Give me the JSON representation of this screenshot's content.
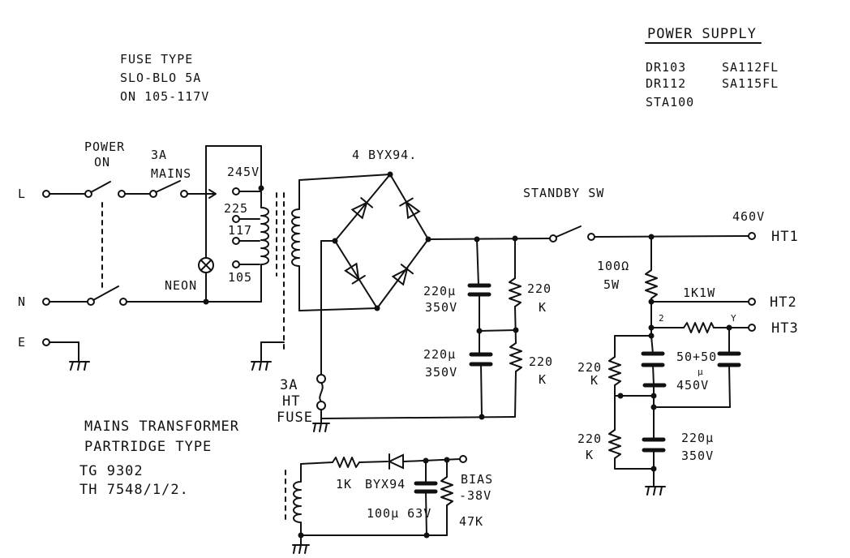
{
  "title": {
    "text": "POWER SUPPLY"
  },
  "models": [
    "DR103",
    "SA112FL",
    "DR112",
    "SA115FL",
    "STA100"
  ],
  "fuse_note": [
    "FUSE TYPE",
    "SLO-BLO 5A",
    "ON 105-117V"
  ],
  "switches": {
    "power_label": [
      "POWER",
      "ON"
    ],
    "standby_label": "STANDBY SW"
  },
  "mains_fuse": [
    "3A",
    "MAINS"
  ],
  "mains_terminals": [
    "L",
    "N",
    "E"
  ],
  "neon_label": "NEON",
  "transformer_taps": [
    "245V",
    "225",
    "117",
    "105"
  ],
  "rectifier_label": "4 BYX94.",
  "ht_fuse": [
    "3A",
    "HT",
    "FUSE"
  ],
  "reservoir_caps": [
    [
      "220μ",
      "350V"
    ],
    [
      "220μ",
      "350V"
    ]
  ],
  "bleeder_resistors": [
    [
      "220",
      "K"
    ],
    [
      "220",
      "K"
    ]
  ],
  "outputs": {
    "ht1_voltage": "460V",
    "ht1": "HT1",
    "ht2": "HT2",
    "ht3": "HT3"
  },
  "dropper_resistor": [
    "100Ω",
    "5W"
  ],
  "ht2_resistor": "1K1W",
  "node_markers": [
    "2",
    "Y"
  ],
  "smoothing_cap": [
    "50+50",
    "μ",
    "450V"
  ],
  "divider_resistors": [
    [
      "220",
      "K"
    ],
    [
      "220",
      "K"
    ]
  ],
  "bottom_cap": [
    "220μ",
    "350V"
  ],
  "transformer_note": [
    "MAINS TRANSFORMER",
    "PARTRIDGE TYPE",
    "TG 9302",
    "TH 7548/1/2."
  ],
  "bias": {
    "resistor": "1K",
    "diode": "BYX94",
    "cap": "100μ 63V",
    "label": [
      "BIAS",
      "-38V"
    ],
    "load": "47K"
  }
}
